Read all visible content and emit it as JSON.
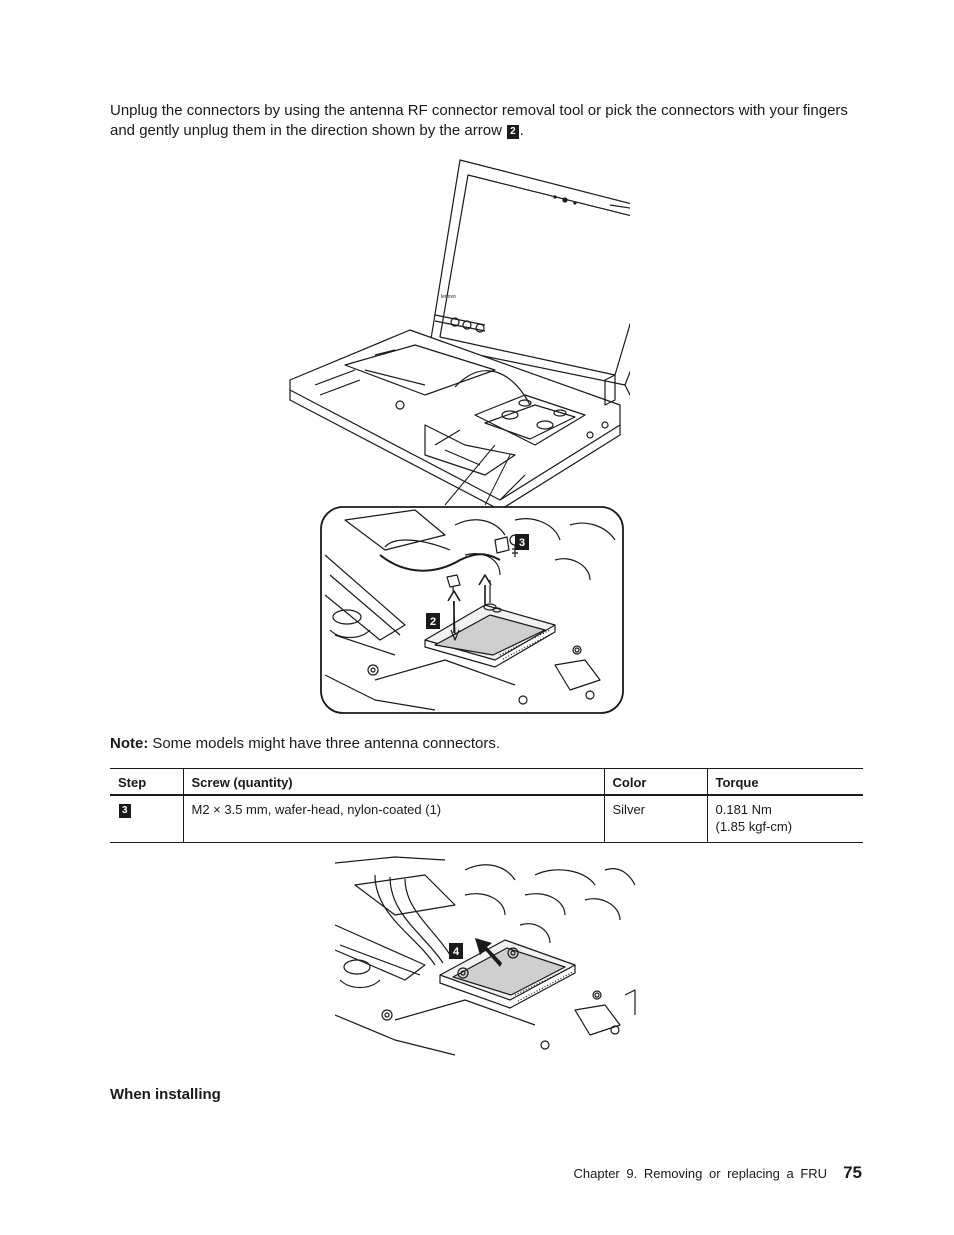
{
  "intro": {
    "text": "Unplug the connectors by using the antenna RF connector removal tool or pick the connectors with your fingers and gently unplug them in the direction shown by the arrow",
    "step_badge": "2",
    "end": "."
  },
  "figure_callouts": {
    "connector_step": "2",
    "screw_step": "3",
    "install_step": "4",
    "laptop_logo": "lenovo"
  },
  "note": {
    "label": "Note:",
    "text": "Some models might have three antenna connectors."
  },
  "screw_table": {
    "headers": [
      "Step",
      "Screw (quantity)",
      "Color",
      "Torque"
    ],
    "rows": [
      {
        "step": "3",
        "screw": "M2 × 3.5 mm, wafer-head, nylon-coated (1)",
        "color": "Silver",
        "torque_line1": "0.181 Nm",
        "torque_line2": "(1.85 kgf-cm)"
      }
    ]
  },
  "section_heading": "When installing",
  "footer": {
    "chapter": "Chapter 9. Removing or replacing a FRU",
    "page": "75"
  }
}
